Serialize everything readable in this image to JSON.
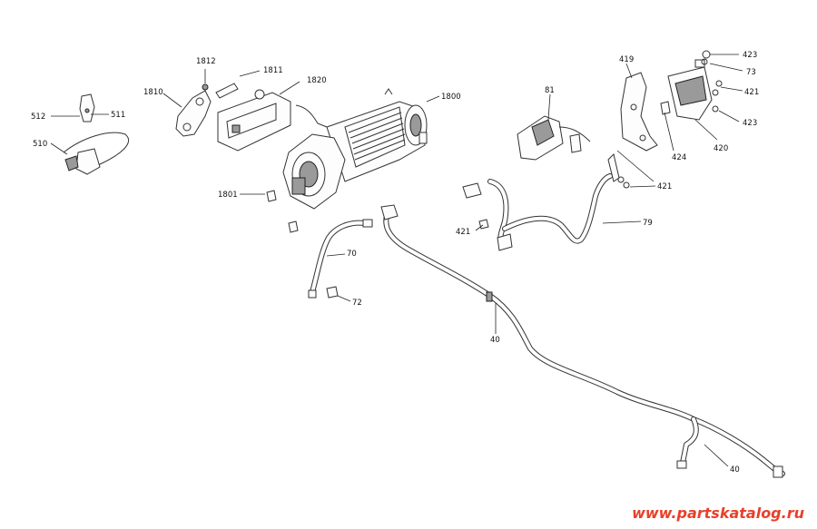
{
  "labels": {
    "l512": "512",
    "l511": "511",
    "l510": "510",
    "l1810": "1810",
    "l1812": "1812",
    "l1811": "1811",
    "l1820": "1820",
    "l1800": "1800",
    "l1801": "1801",
    "l70": "70",
    "l72": "72",
    "l40a": "40",
    "l40b": "40",
    "l81": "81",
    "l419": "419",
    "l423a": "423",
    "l73": "73",
    "l421a": "421",
    "l423b": "423",
    "l424": "424",
    "l420": "420",
    "l421b": "421",
    "l79": "79",
    "l421c": "421"
  },
  "watermark": {
    "text": "www.partskatalog.ru",
    "color": "#e8402a"
  }
}
